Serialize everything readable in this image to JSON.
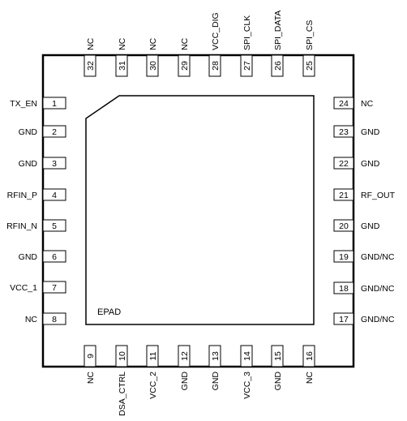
{
  "epad_label": "EPAD",
  "pins": {
    "left": [
      {
        "num": "1",
        "name": "TX_EN"
      },
      {
        "num": "2",
        "name": "GND"
      },
      {
        "num": "3",
        "name": "GND"
      },
      {
        "num": "4",
        "name": "RFIN_P"
      },
      {
        "num": "5",
        "name": "RFIN_N"
      },
      {
        "num": "6",
        "name": "GND"
      },
      {
        "num": "7",
        "name": "VCC_1"
      },
      {
        "num": "8",
        "name": "NC"
      }
    ],
    "bottom": [
      {
        "num": "9",
        "name": "NC"
      },
      {
        "num": "10",
        "name": "DSA_CTRL"
      },
      {
        "num": "11",
        "name": "VCC_2"
      },
      {
        "num": "12",
        "name": "GND"
      },
      {
        "num": "13",
        "name": "GND"
      },
      {
        "num": "14",
        "name": "VCC_3"
      },
      {
        "num": "15",
        "name": "GND"
      },
      {
        "num": "16",
        "name": "NC"
      }
    ],
    "right": [
      {
        "num": "17",
        "name": "GND/NC"
      },
      {
        "num": "18",
        "name": "GND/NC"
      },
      {
        "num": "19",
        "name": "GND/NC"
      },
      {
        "num": "20",
        "name": "GND"
      },
      {
        "num": "21",
        "name": "RF_OUT"
      },
      {
        "num": "22",
        "name": "GND"
      },
      {
        "num": "23",
        "name": "GND"
      },
      {
        "num": "24",
        "name": "NC"
      }
    ],
    "top": [
      {
        "num": "25",
        "name": "SPI_CS"
      },
      {
        "num": "26",
        "name": "SPI_DATA"
      },
      {
        "num": "27",
        "name": "SPI_CLK"
      },
      {
        "num": "28",
        "name": "VCC_DIG"
      },
      {
        "num": "29",
        "name": "NC"
      },
      {
        "num": "30",
        "name": "NC"
      },
      {
        "num": "31",
        "name": "NC"
      },
      {
        "num": "32",
        "name": "NC"
      }
    ]
  }
}
